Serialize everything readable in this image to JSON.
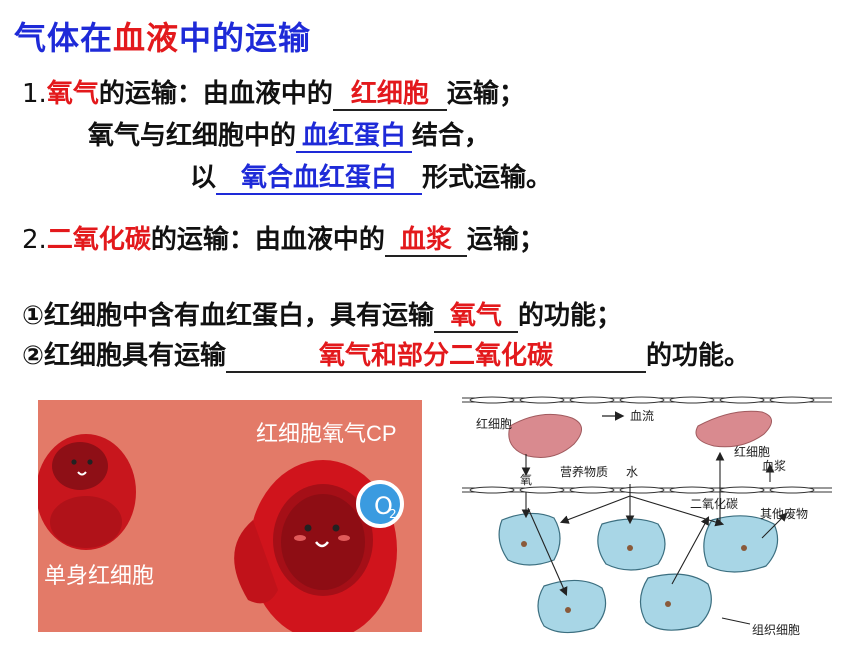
{
  "title": {
    "part1": "气体在",
    "part2": "血液",
    "part3": "中的运输"
  },
  "line1": {
    "num": "1.",
    "red": "氧气",
    "text1": "的运输：由血液中的",
    "blank": "红细胞",
    "text2": "运输；"
  },
  "line2": {
    "text1": "氧气与红细胞中的",
    "blank": "血红蛋白",
    "text2": "结合，"
  },
  "line3": {
    "text1": "以",
    "blank": "氧合血红蛋白",
    "text2": "形式运输。"
  },
  "line4": {
    "num": "2.",
    "red": "二氧化碳",
    "text1": "的运输：由血液中的",
    "blank": "血浆",
    "text2": "运输；"
  },
  "line5": {
    "text1": "①红细胞中含有血红蛋白，具有运输",
    "blank": "氧气",
    "text2": "的功能；"
  },
  "line6": {
    "text1": "②红细胞具有运输",
    "blank": "氧气和部分二氧化碳",
    "text2": "的功能。"
  },
  "cartoon": {
    "caption_top": "红细胞氧气CP",
    "caption_bottom": "单身红细胞",
    "badge": "O",
    "badge_sub": "2",
    "background": "#e37a68"
  },
  "diagram": {
    "rbc_left": "红细胞",
    "blood_flow": "血流",
    "oxygen": "氧",
    "nutrients": "营养物质",
    "water": "水",
    "rbc_right": "红细胞",
    "plasma": "血浆",
    "co2": "二氧化碳",
    "other_waste": "其他废物",
    "tissue_cells": "组织细胞"
  },
  "colors": {
    "blue": "#1e2ad8",
    "red": "#e3191c"
  }
}
